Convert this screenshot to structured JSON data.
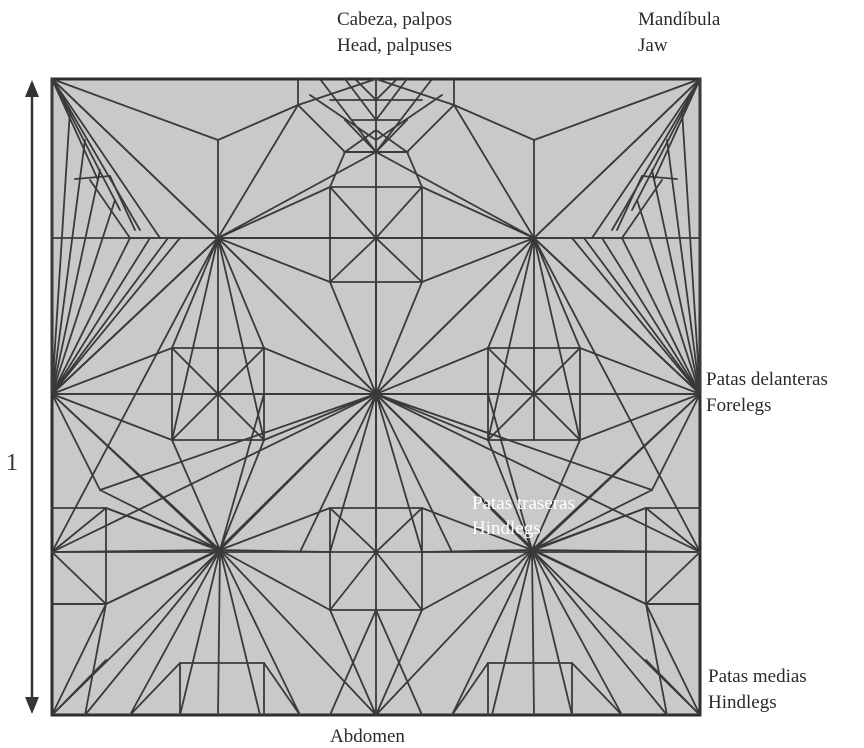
{
  "labels": {
    "head_es": "Cabeza, palpos",
    "head_en": "Head, palpuses",
    "jaw_es": "Mandíbula",
    "jaw_en": "Jaw",
    "foreleg_es": "Patas delanteras",
    "foreleg_en": "Forelegs",
    "hind_es": "Patas traseras",
    "hind_en": "Hindlegs",
    "mid_es": "Patas medias",
    "mid_en": "Hindlegs",
    "abdomen": "Abdomen",
    "scale": "1"
  },
  "colors": {
    "paper": "#c9c9c9",
    "crease": "#3a3a3a",
    "border": "#2e2e2e"
  }
}
